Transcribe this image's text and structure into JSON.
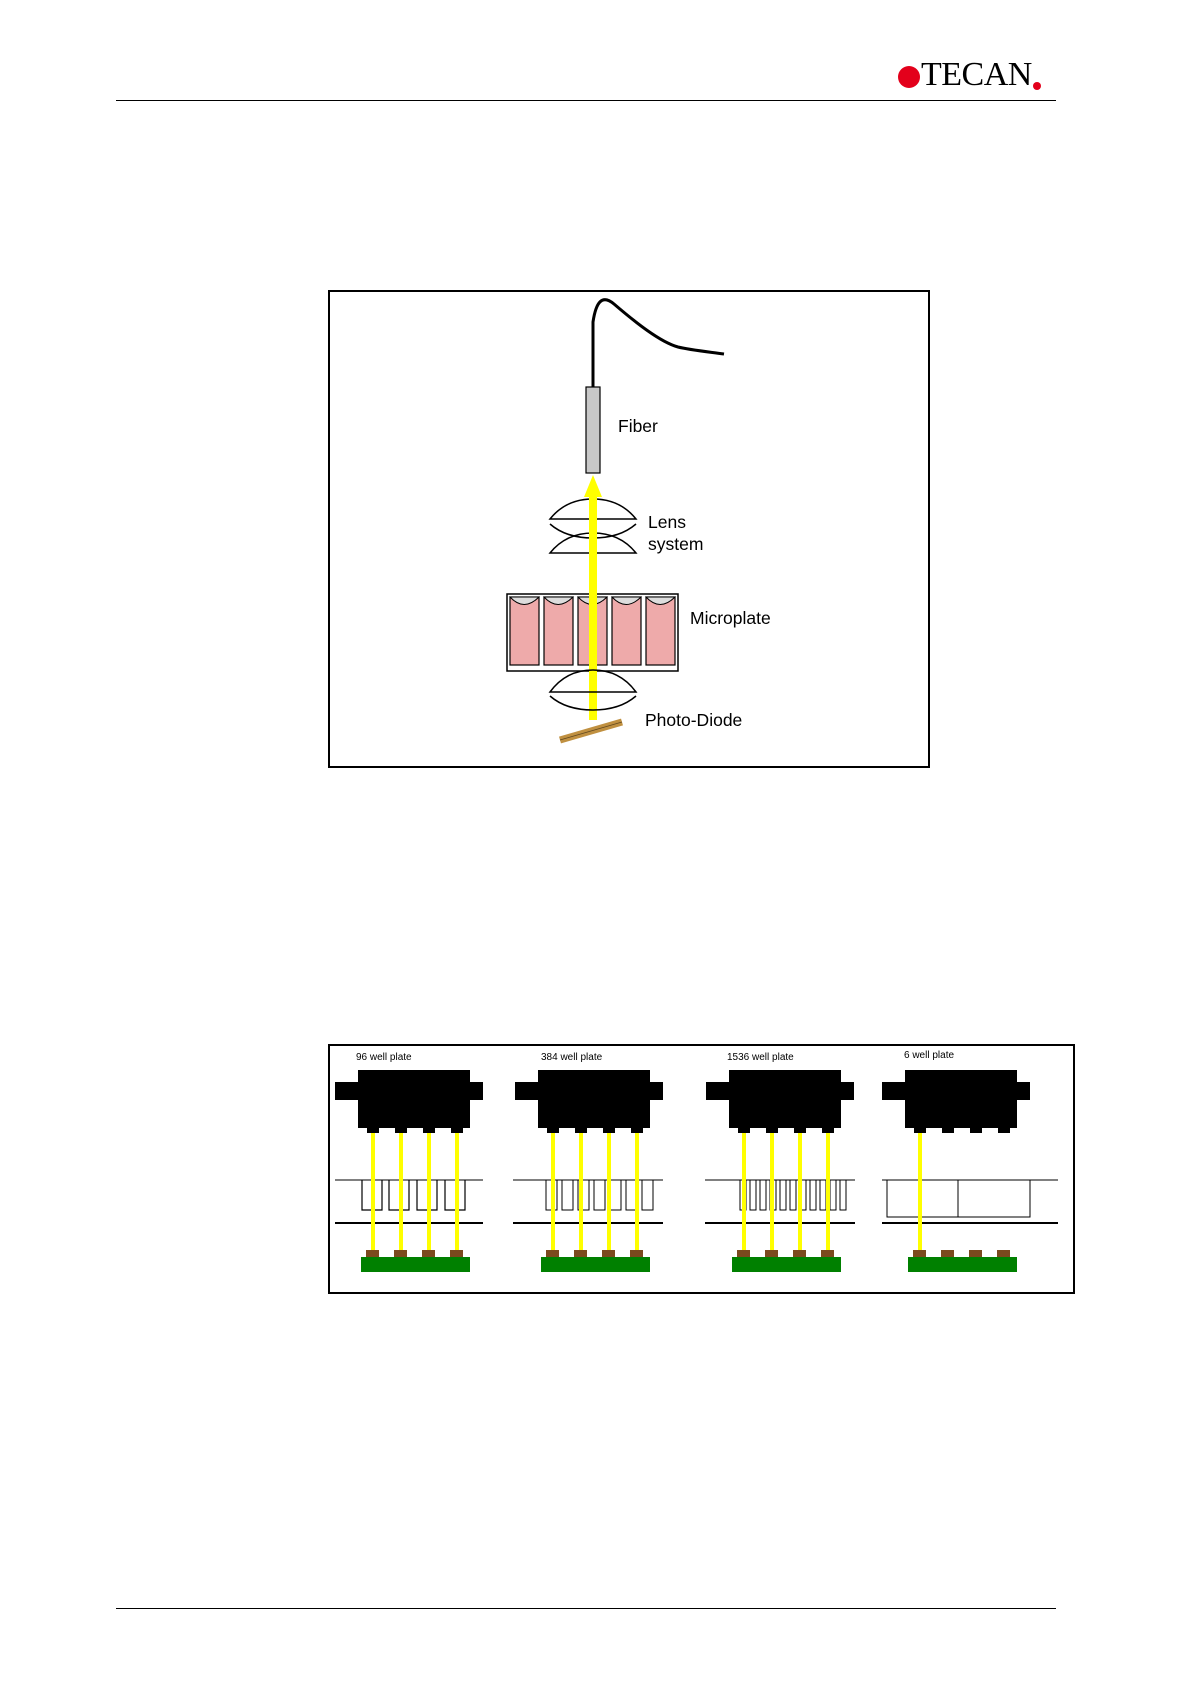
{
  "header": {
    "logo_text": "TECAN",
    "logo_color": "#e3001b"
  },
  "figure1": {
    "labels": {
      "fiber": "Fiber",
      "lens_line1": "Lens",
      "lens_line2": "system",
      "microplate": "Microplate",
      "photodiode": "Photo-Diode"
    },
    "colors": {
      "beam": "#ffff00",
      "well_fill": "#eeaaaa",
      "fiber_tip": "#c8c8c8",
      "photodiode": "#c09040"
    }
  },
  "figure2": {
    "panels": [
      {
        "label": "96 well plate"
      },
      {
        "label": "384 well plate"
      },
      {
        "label": "1536 well plate"
      },
      {
        "label": "6 well plate"
      }
    ],
    "colors": {
      "beam": "#ffff00",
      "detector_board": "#008000",
      "detector_pad": "#7b4a1e",
      "optics_block": "#000000"
    }
  }
}
